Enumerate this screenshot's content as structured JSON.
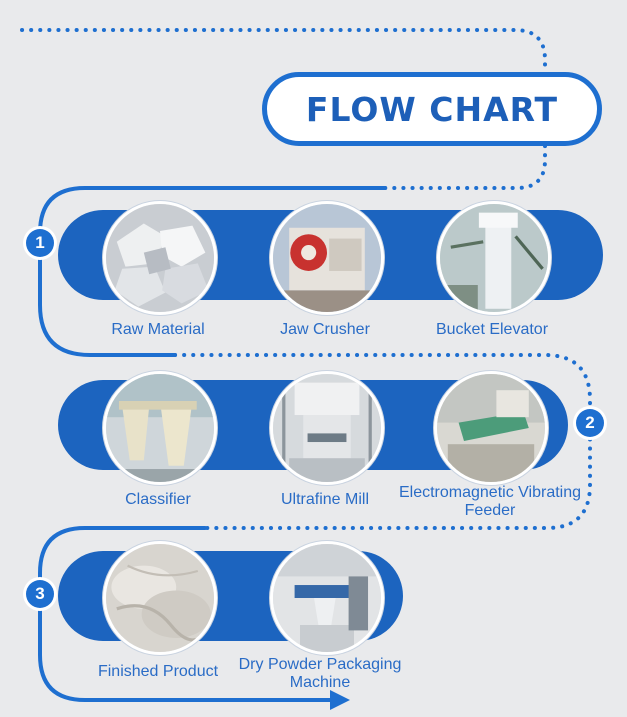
{
  "title": "FLOW CHART",
  "colors": {
    "accent": "#1e6fd0",
    "band": "#1c64bf",
    "background": "#e9eaec",
    "label": "#2a6cc6"
  },
  "steps": [
    {
      "number": "1",
      "items": [
        {
          "label": "Raw Material",
          "icon": "raw-material-photo"
        },
        {
          "label": "Jaw Crusher",
          "icon": "jaw-crusher-photo"
        },
        {
          "label": "Bucket Elevator",
          "icon": "bucket-elevator-photo"
        }
      ]
    },
    {
      "number": "2",
      "items": [
        {
          "label": "Classifier",
          "icon": "classifier-photo"
        },
        {
          "label": "Ultrafine Mill",
          "icon": "ultrafine-mill-photo"
        },
        {
          "label": "Electromagnetic Vibrating Feeder",
          "icon": "vibrating-feeder-photo"
        }
      ]
    },
    {
      "number": "3",
      "items": [
        {
          "label": "Finished Product",
          "icon": "finished-product-photo"
        },
        {
          "label": "Dry Powder Packaging Machine",
          "icon": "packaging-machine-photo"
        }
      ]
    }
  ]
}
